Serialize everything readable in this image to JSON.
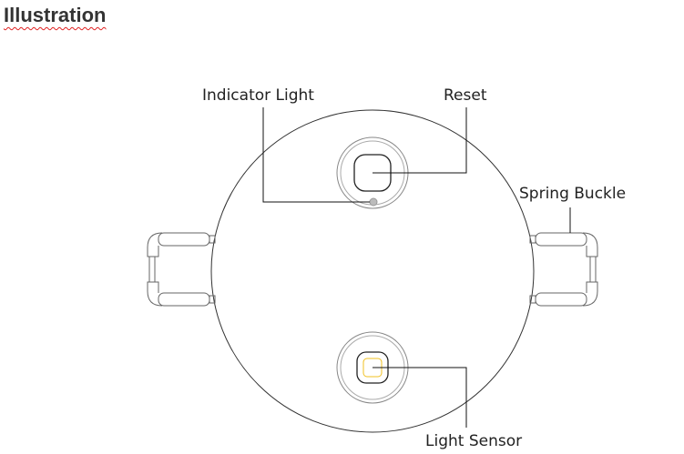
{
  "heading": "Illustration",
  "labels": {
    "indicator_light": "Indicator Light",
    "reset": "Reset",
    "spring_buckle": "Spring Buckle",
    "light_sensor": "Light Sensor"
  },
  "colors": {
    "sensor": "#f0c020",
    "heading": "#333333"
  }
}
